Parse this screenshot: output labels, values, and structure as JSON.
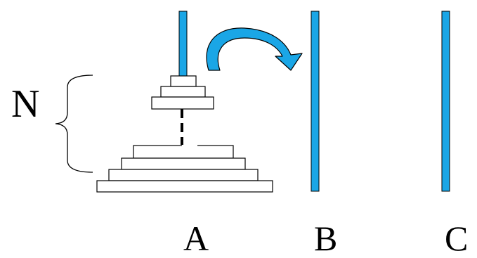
{
  "diagram": {
    "title": "",
    "pegs": [
      {
        "id": "peg-a",
        "label": "A"
      },
      {
        "id": "peg-b",
        "label": "B"
      },
      {
        "id": "peg-c",
        "label": "C"
      }
    ],
    "stack_label": "N",
    "disk_count_visible": 7,
    "colors": {
      "peg": "#1AA6E6",
      "arrow": "#1AA6E6",
      "disk_fill": "#ffffff",
      "outline": "#000000"
    }
  }
}
